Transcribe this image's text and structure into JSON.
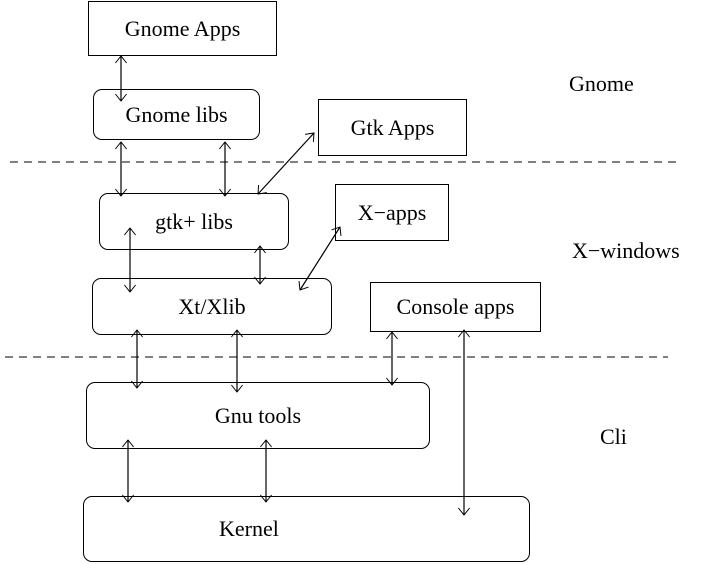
{
  "diagram": {
    "nodes": {
      "gnome_apps": "Gnome Apps",
      "gnome_libs": "Gnome libs",
      "gtk_apps": "Gtk Apps",
      "gtk_libs": "gtk+ libs",
      "x_apps": "X−apps",
      "xt_xlib": "Xt/Xlib",
      "console_apps": "Console apps",
      "gnu_tools": "Gnu tools",
      "kernel": "Kernel"
    },
    "layers": {
      "gnome": "Gnome",
      "x_windows": "X−windows",
      "cli": "Cli"
    },
    "edges": [
      {
        "from": "gnome_apps",
        "to": "gnome_libs",
        "type": "bidirectional"
      },
      {
        "from": "gnome_libs",
        "to": "gtk_libs",
        "type": "bidirectional"
      },
      {
        "from": "gnome_libs",
        "to": "gtk_libs",
        "type": "bidirectional"
      },
      {
        "from": "gtk_apps",
        "to": "gtk_libs",
        "type": "bidirectional"
      },
      {
        "from": "gtk_libs",
        "to": "xt_xlib",
        "type": "bidirectional"
      },
      {
        "from": "gtk_libs",
        "to": "xt_xlib",
        "type": "bidirectional"
      },
      {
        "from": "x_apps",
        "to": "xt_xlib",
        "type": "bidirectional"
      },
      {
        "from": "xt_xlib",
        "to": "gnu_tools",
        "type": "bidirectional"
      },
      {
        "from": "xt_xlib",
        "to": "gnu_tools",
        "type": "bidirectional"
      },
      {
        "from": "console_apps",
        "to": "gnu_tools",
        "type": "bidirectional"
      },
      {
        "from": "console_apps",
        "to": "kernel",
        "type": "bidirectional"
      },
      {
        "from": "gnu_tools",
        "to": "kernel",
        "type": "bidirectional"
      },
      {
        "from": "gnu_tools",
        "to": "kernel",
        "type": "bidirectional"
      }
    ]
  }
}
